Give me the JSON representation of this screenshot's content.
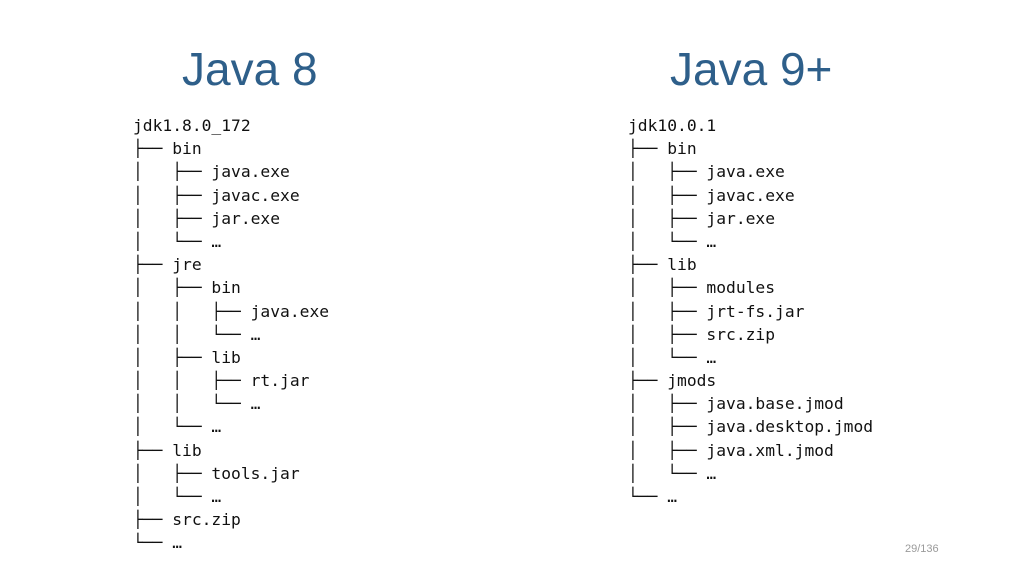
{
  "left": {
    "title": "Java 8",
    "lines": [
      "jdk1.8.0_172",
      "├── bin",
      "│   ├── java.exe",
      "│   ├── javac.exe",
      "│   ├── jar.exe",
      "│   └── …",
      "├── jre",
      "│   ├── bin",
      "│   │   ├── java.exe",
      "│   │   └── …",
      "│   ├── lib",
      "│   │   ├── rt.jar",
      "│   │   └── …",
      "│   └── …",
      "├── lib",
      "│   ├── tools.jar",
      "│   └── …",
      "├── src.zip",
      "└── …"
    ]
  },
  "right": {
    "title": "Java 9+",
    "lines": [
      "jdk10.0.1",
      "├── bin",
      "│   ├── java.exe",
      "│   ├── javac.exe",
      "│   ├── jar.exe",
      "│   └── …",
      "├── lib",
      "│   ├── modules",
      "│   ├── jrt-fs.jar",
      "│   ├── src.zip",
      "│   └── …",
      "├── jmods",
      "│   ├── java.base.jmod",
      "│   ├── java.desktop.jmod",
      "│   ├── java.xml.jmod",
      "│   └── …",
      "└── …"
    ]
  },
  "page_number": "29/136",
  "colors": {
    "title": "#2e5f8a",
    "text": "#111111",
    "page_number": "#9a9a9a"
  }
}
